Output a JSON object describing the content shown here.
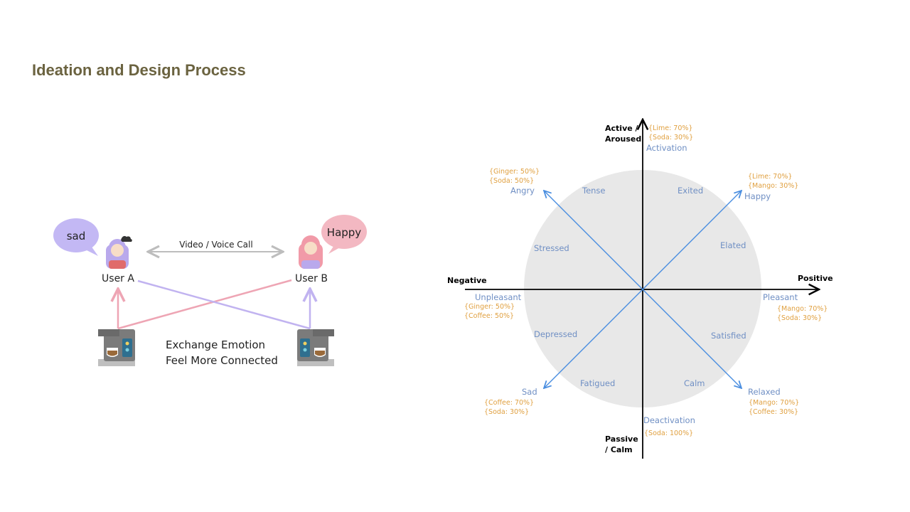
{
  "slide": {
    "title": "Ideation and Design Process"
  },
  "left_diagram": {
    "bubble_a": "sad",
    "bubble_b": "Happy",
    "user_a": "User A",
    "user_b": "User B",
    "call_label": "Video / Voice Call",
    "caption_line1": "Exchange Emotion",
    "caption_line2": "Feel More Connected"
  },
  "circumplex": {
    "axis_top_line1": "Active /",
    "axis_top_line2": "Aroused",
    "axis_bottom_line1": "Passive",
    "axis_bottom_line2": "/ Calm",
    "axis_left": "Negative",
    "axis_right": "Positive",
    "activation": "Activation",
    "activation_mix1": "{Lime: 70%}",
    "activation_mix2": "{Soda: 30%}",
    "deactivation": "Deactivation",
    "deactivation_mix1": "{Soda: 100%}",
    "unpleasant": "Unpleasant",
    "unpleasant_mix1": "{Ginger: 50%}",
    "unpleasant_mix2": "{Coffee: 50%}",
    "pleasant": "Pleasant",
    "pleasant_mix1": "{Mango: 70%}",
    "pleasant_mix2": "{Soda: 30%}",
    "angry": "Angry",
    "angry_mix1": "{Ginger: 50%}",
    "angry_mix2": "{Soda: 50%}",
    "happy": "Happy",
    "happy_mix1": "{Lime: 70%}",
    "happy_mix2": "{Mango: 30%}",
    "sad": "Sad",
    "sad_mix1": "{Coffee: 70%}",
    "sad_mix2": "{Soda: 30%}",
    "relaxed": "Relaxed",
    "relaxed_mix1": "{Mango: 70%}",
    "relaxed_mix2": "{Coffee: 30%}",
    "tense": "Tense",
    "exited": "Exited",
    "stressed": "Stressed",
    "elated": "Elated",
    "depressed": "Depressed",
    "satisfied": "Satisfied",
    "fatigued": "Fatigued",
    "calm": "Calm"
  },
  "colors": {
    "title": "#6b6340",
    "emotion_label": "#6f8fc4",
    "mix_label": "#e0a040",
    "axis_arrow_blue": "#4a8ee0",
    "circle": "#e8e8e8",
    "link_pink": "#eea5b4",
    "link_purple": "#c1b3f0"
  }
}
